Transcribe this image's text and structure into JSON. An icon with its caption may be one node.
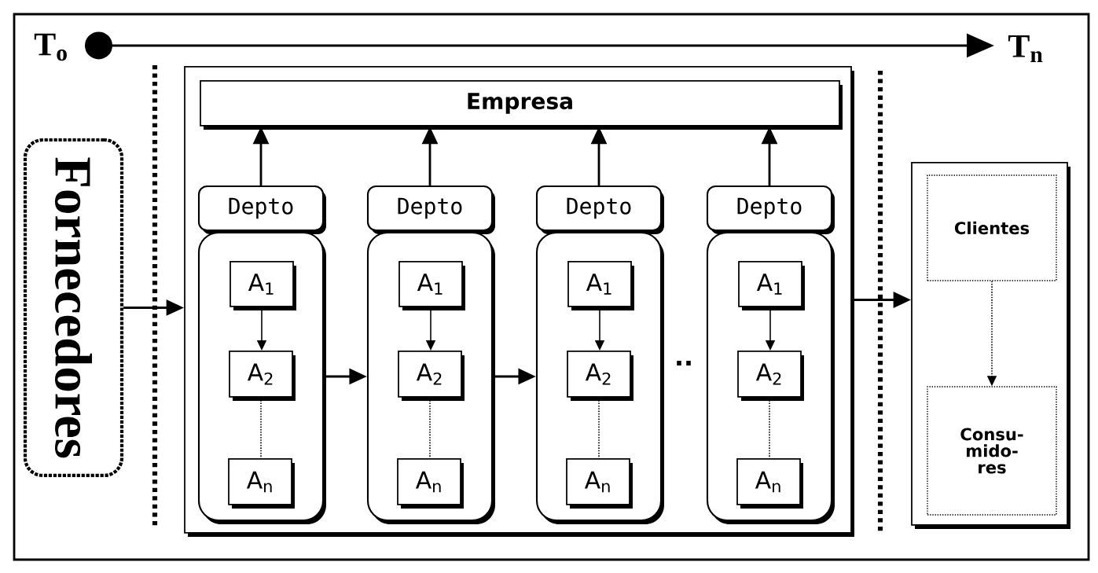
{
  "diagram": {
    "nodes": [
      {
        "text": [
          "Fornecedores"
        ]
      },
      {
        "text": [],
        "shape": "box"
      },
      {
        "text": [
          "Empresa"
        ],
        "in": 1
      },
      {
        "text": [
          "Depto"
        ],
        "in": 1
      },
      {
        "text": [],
        "shape": "box",
        "in": 1
      },
      {
        "text": [
          "A$_{1}$"
        ],
        "in": 4
      },
      {
        "text": [
          "A$_{2}$"
        ],
        "in": 4
      },
      {
        "text": [
          "A$_{n}$"
        ],
        "in": 4
      },
      {
        "text": [
          "Depto"
        ],
        "in": 1
      },
      {
        "text": [],
        "shape": "box",
        "in": 1
      },
      {
        "text": [
          "A$_{1}$"
        ],
        "in": 9
      },
      {
        "text": [
          "A$_{2}$"
        ],
        "in": 9
      },
      {
        "text": [
          "A$_{n}$"
        ],
        "in": 9
      },
      {
        "text": [
          "Depto"
        ],
        "in": 1
      },
      {
        "text": [],
        "shape": "box",
        "in": 1
      },
      {
        "text": [
          "A$_{1}$"
        ],
        "in": 14
      },
      {
        "text": [
          "A$_{2}$"
        ],
        "in": 14
      },
      {
        "text": [
          "A$_{n}$"
        ],
        "in": 14
      },
      {
        "text": [
          "Depto"
        ],
        "in": 1
      },
      {
        "text": [],
        "shape": "box",
        "in": 1
      },
      {
        "text": [
          "A$_{1}$"
        ],
        "in": 19
      },
      {
        "text": [
          "A$_{2}$"
        ],
        "in": 19
      },
      {
        "text": [
          "A$_{n}$"
        ],
        "in": 19
      },
      {
        "text": [],
        "shape": "box"
      },
      {
        "text": [
          "Clientes"
        ],
        "in": 23
      },
      {
        "text": [
          "Consu- mido- res"
        ],
        "in": 23
      }
    ],
    "edges": [
      {
        "from": 0,
        "to": 1,
        "arrow": "to"
      },
      {
        "from": 3,
        "to": 2,
        "arrow": "to"
      },
      {
        "from": 8,
        "to": 2,
        "arrow": "to"
      },
      {
        "from": 13,
        "to": 2,
        "arrow": "to"
      },
      {
        "from": 18,
        "to": 2,
        "arrow": "to"
      },
      {
        "from": 5,
        "to": 6,
        "arrow": "to"
      },
      {
        "from": 10,
        "to": 11,
        "arrow": "to"
      },
      {
        "from": 15,
        "to": 16,
        "arrow": "to"
      },
      {
        "from": 20,
        "to": 21,
        "arrow": "to"
      },
      {
        "from": 6,
        "to": 7,
        "arrow": "none",
        "style": "dashed"
      },
      {
        "from": 11,
        "to": 12,
        "arrow": "none",
        "style": "dashed"
      },
      {
        "from": 16,
        "to": 17,
        "arrow": "none",
        "style": "dashed"
      },
      {
        "from": 21,
        "to": 22,
        "arrow": "none",
        "style": "dashed"
      },
      {
        "from": 4,
        "to": 9,
        "arrow": "to"
      },
      {
        "from": 9,
        "to": 14,
        "arrow": "to"
      },
      {
        "from": 1,
        "to": 23,
        "arrow": "to"
      },
      {
        "from": 24,
        "to": 25,
        "arrow": "to",
        "style": "dashed"
      }
    ],
    "labels": [
      "T$_{o}$",
      "T$_{n}$",
      ".."
    ]
  }
}
